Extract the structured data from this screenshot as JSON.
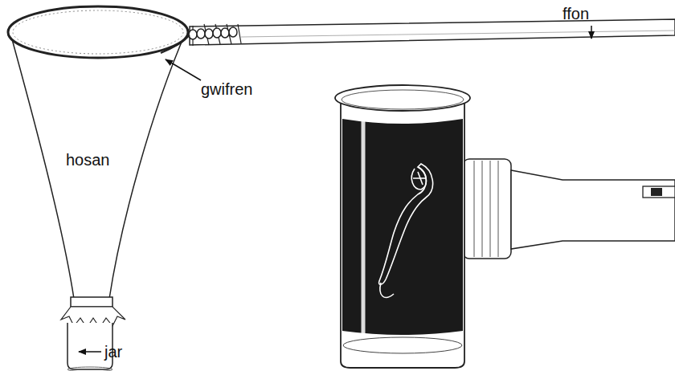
{
  "diagram": {
    "labels": [
      "ffon",
      "gwifren",
      "hosan",
      "jar"
    ]
  }
}
